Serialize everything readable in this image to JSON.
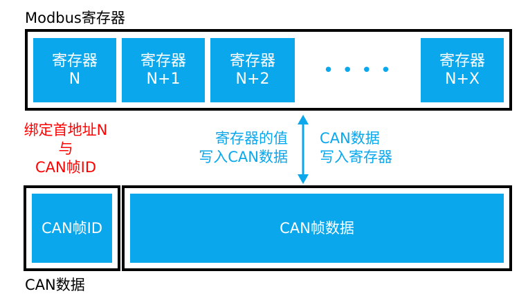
{
  "modbus": {
    "title": "Modbus寄存器",
    "cells": [
      {
        "line1": "寄存器",
        "line2": "N"
      },
      {
        "line1": "寄存器",
        "line2": "N+1"
      },
      {
        "line1": "寄存器",
        "line2": "N+2"
      },
      {
        "line1": "寄存器",
        "line2": "N+X"
      }
    ],
    "ellipsis": "• • • •"
  },
  "binding": {
    "line1": "绑定首地址N",
    "line2": "与",
    "line3": "CAN帧ID"
  },
  "direction": {
    "left_line1": "寄存器的值",
    "left_line2": "写入CAN数据",
    "right_line1": "CAN数据",
    "right_line2": "写入寄存器"
  },
  "can": {
    "title": "CAN数据",
    "id_label": "CAN帧ID",
    "data_label": "CAN帧数据"
  },
  "colors": {
    "cell_fill": "#0AA7EC",
    "binding_text": "#FF0000",
    "direction_text": "#0AA7EC",
    "border": "#000000"
  }
}
